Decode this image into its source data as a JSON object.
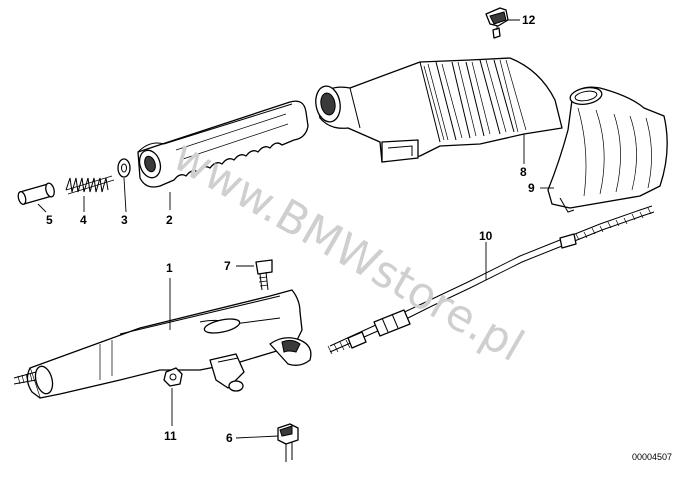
{
  "watermark": "www.BMWstore.pl",
  "catalog_code": "00004507",
  "callouts": [
    {
      "id": "c1",
      "text": "1"
    },
    {
      "id": "c2",
      "text": "2"
    },
    {
      "id": "c3",
      "text": "3"
    },
    {
      "id": "c4",
      "text": "4"
    },
    {
      "id": "c5",
      "text": "5"
    },
    {
      "id": "c6",
      "text": "6"
    },
    {
      "id": "c7",
      "text": "7"
    },
    {
      "id": "c8",
      "text": "8"
    },
    {
      "id": "c9",
      "text": "9"
    },
    {
      "id": "c10",
      "text": "10"
    },
    {
      "id": "c11",
      "text": "11"
    },
    {
      "id": "c12",
      "text": "12"
    }
  ]
}
